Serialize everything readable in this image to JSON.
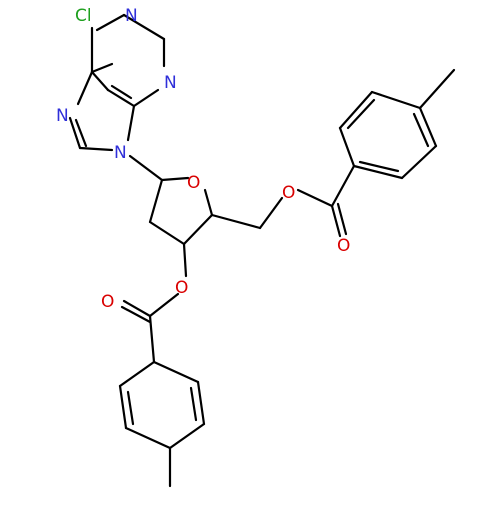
{
  "molecule": {
    "atom_labels": {
      "cl": "Cl",
      "n1": "N",
      "n3": "N",
      "n7": "N",
      "n9": "N",
      "o_ring": "O",
      "o_ester_5": "O",
      "o_carbonyl_5": "O",
      "o_ester_3": "O",
      "o_carbonyl_3": "O"
    },
    "colors": {
      "chlorine": "#1fa01f",
      "nitrogen": "#2f2fd9",
      "oxygen": "#d90000",
      "bond": "#000000"
    }
  }
}
